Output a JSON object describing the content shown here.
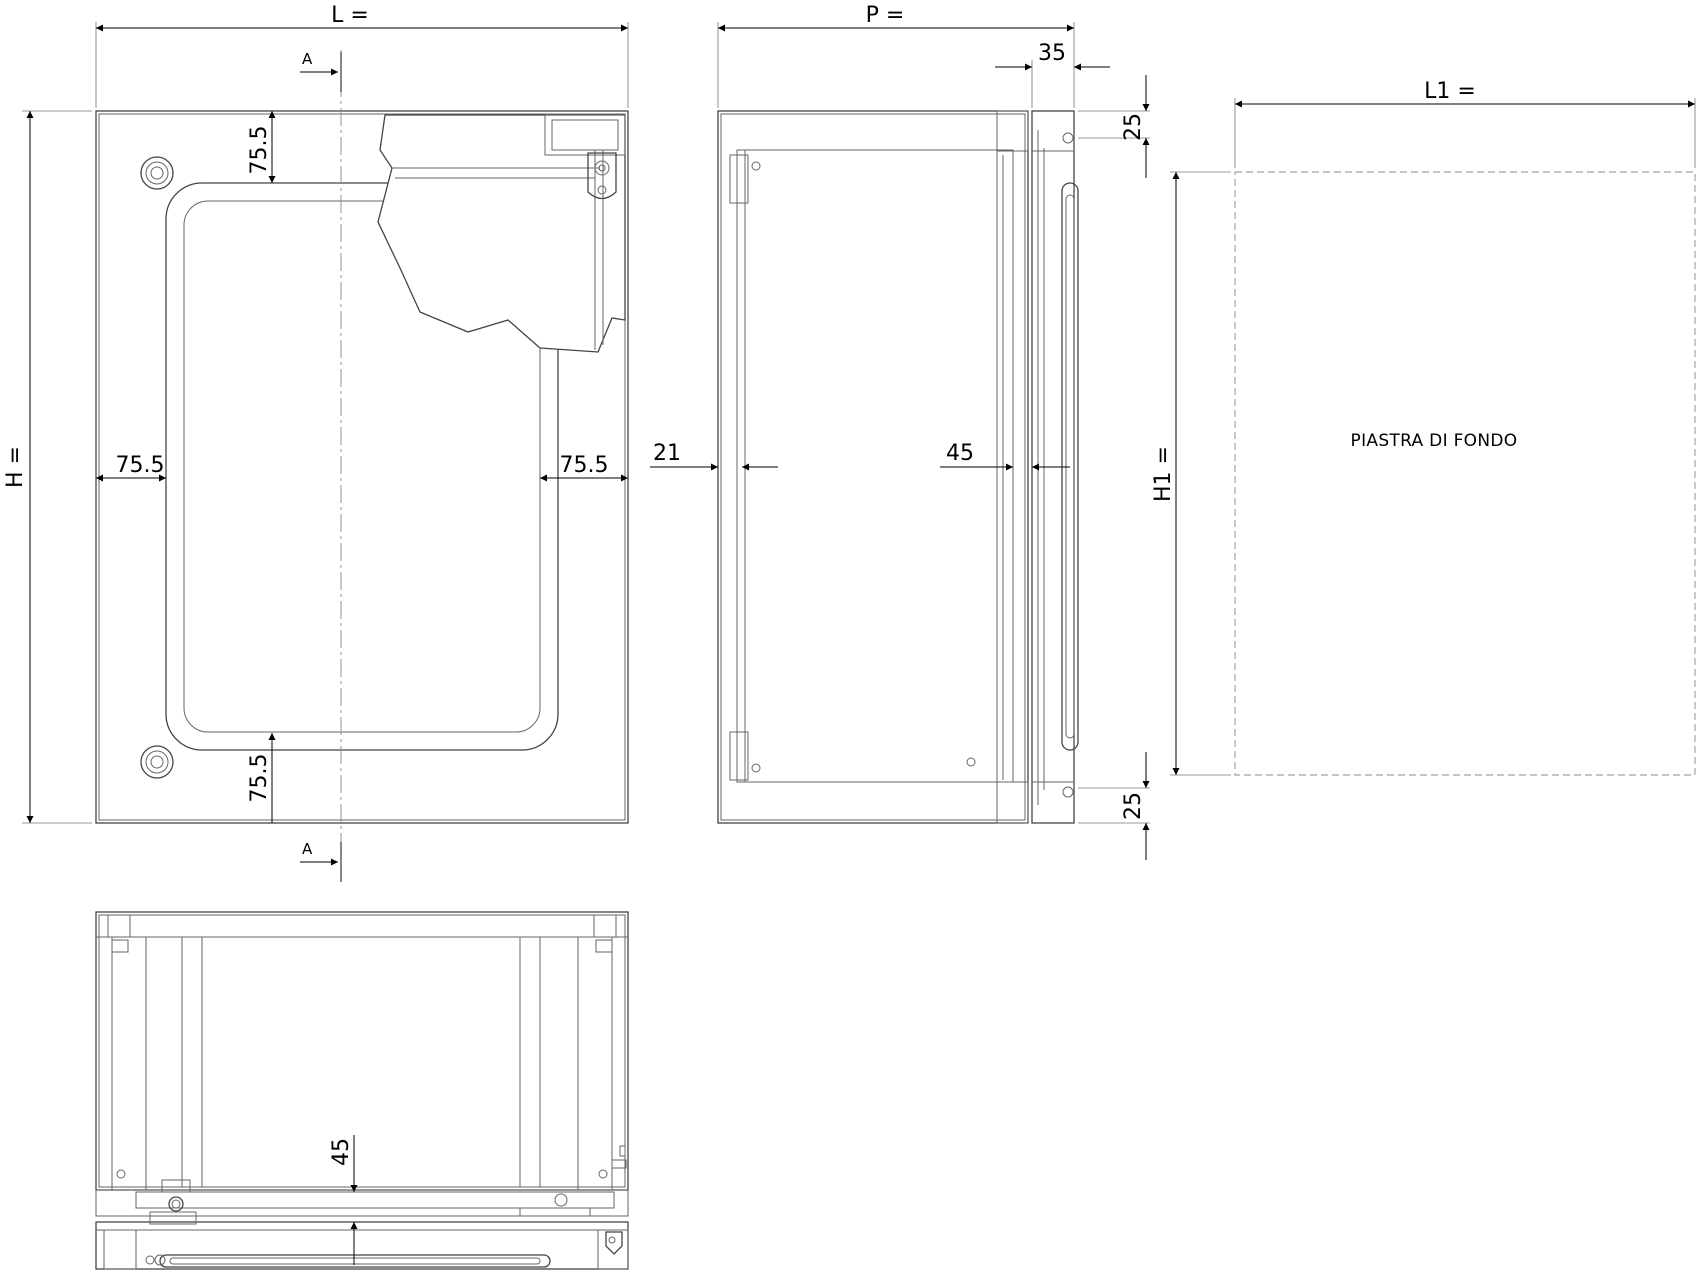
{
  "front_view": {
    "width_label": "L =",
    "height_label": "H =",
    "section_top": "A",
    "section_bottom": "A",
    "top_margin": "75.5",
    "bottom_margin": "75.5",
    "left_margin": "75.5",
    "right_margin": "75.5"
  },
  "side_view": {
    "depth_label": "P =",
    "door_depth": "35",
    "top_offset": "25",
    "bottom_offset": "25",
    "plate_offset": "21",
    "plate_to_door": "45"
  },
  "plate_view": {
    "width_label": "L1 =",
    "height_label": "H1 =",
    "label": "PIASTRA DI FONDO"
  },
  "top_view": {
    "door_gap": "45"
  }
}
